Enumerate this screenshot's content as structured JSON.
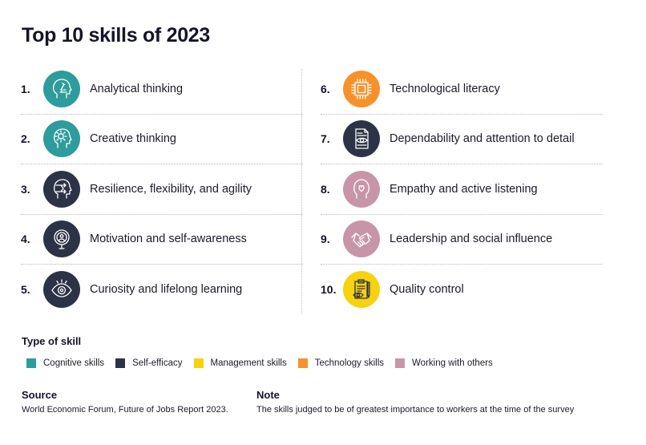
{
  "title": "Top 10 skills of 2023",
  "chart_data": {
    "type": "table",
    "columns": [
      "rank",
      "skill",
      "type"
    ],
    "rows": [
      {
        "rank": "1.",
        "skill": "Analytical thinking",
        "type": "Cognitive skills",
        "icon": "head-microscope-icon"
      },
      {
        "rank": "2.",
        "skill": "Creative thinking",
        "type": "Cognitive skills",
        "icon": "head-lightbulb-icon"
      },
      {
        "rank": "3.",
        "skill": "Resilience, flexibility, and agility",
        "type": "Self-efficacy",
        "icon": "head-arrows-icon"
      },
      {
        "rank": "4.",
        "skill": "Motivation and self-awareness",
        "type": "Self-efficacy",
        "icon": "magnifier-person-icon"
      },
      {
        "rank": "5.",
        "skill": "Curiosity and lifelong learning",
        "type": "Self-efficacy",
        "icon": "eye-icon"
      },
      {
        "rank": "6.",
        "skill": "Technological literacy",
        "type": "Technology skills",
        "icon": "chip-icon"
      },
      {
        "rank": "7.",
        "skill": "Dependability and attention to detail",
        "type": "Self-efficacy",
        "icon": "document-eye-icon"
      },
      {
        "rank": "8.",
        "skill": "Empathy and active listening",
        "type": "Working with others",
        "icon": "head-heart-icon"
      },
      {
        "rank": "9.",
        "skill": "Leadership and social influence",
        "type": "Working with others",
        "icon": "handshake-icon"
      },
      {
        "rank": "10.",
        "skill": "Quality control",
        "type": "Management skills",
        "icon": "clipboard-eye-icon"
      }
    ]
  },
  "legend": {
    "title": "Type of skill",
    "items": [
      {
        "label": "Cognitive skills",
        "color": "#2e9c9c"
      },
      {
        "label": "Self-efficacy",
        "color": "#2c3347"
      },
      {
        "label": "Management skills",
        "color": "#f6d20f"
      },
      {
        "label": "Technology skills",
        "color": "#f7922b"
      },
      {
        "label": "Working with others",
        "color": "#c895a8"
      }
    ]
  },
  "source": {
    "title": "Source",
    "text": "World Economic Forum, Future of Jobs Report 2023."
  },
  "note": {
    "title": "Note",
    "text": "The skills judged to be of greatest importance to workers at the time of the survey"
  }
}
